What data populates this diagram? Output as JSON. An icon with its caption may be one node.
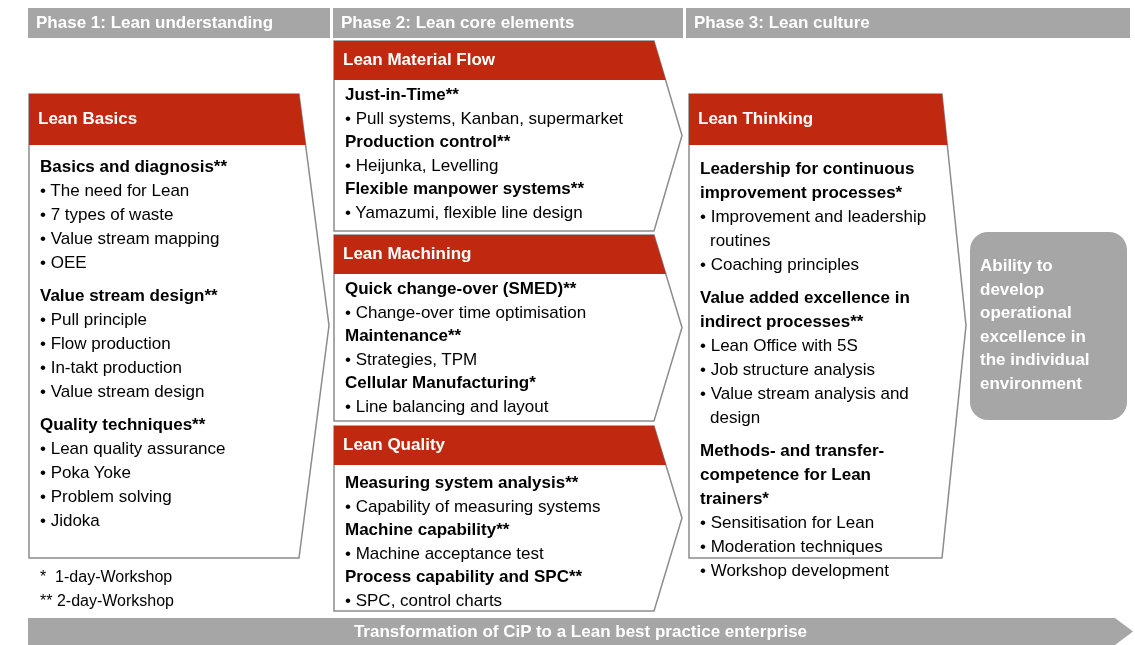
{
  "diagram": {
    "nodes": [
      {
        "text": [
          "Phase 1: Lean understanding"
        ]
      },
      {
        "text": [
          "Phase 2: Lean core elements"
        ]
      },
      {
        "text": [
          "Phase 3: Lean culture"
        ]
      },
      {
        "text": [
          "Lean Basics",
          "Basics and diagnosis**",
          "• The need for Lean",
          "• 7 types of waste",
          "• Value stream mapping",
          "• OEE",
          "Value stream design**",
          "• Pull principle",
          "• Flow production",
          "• In-takt production",
          "• Value stream design",
          "Quality techniques**",
          "• Lean quality assurance",
          "• Poka Yoke",
          "• Problem solving",
          "• Jidoka"
        ]
      },
      {
        "text": [
          "Lean Material Flow",
          "Just-in-Time**",
          "• Pull systems, Kanban, supermarket",
          "Production control**",
          "• Heijunka, Levelling",
          "Flexible manpower systems**",
          "• Yamazumi, flexible line design"
        ]
      },
      {
        "text": [
          "Lean Machining",
          "Quick change-over (SMED)**",
          "• Change-over time optimisation",
          "Maintenance**",
          "• Strategies, TPM",
          "Cellular Manufacturing*",
          "• Line balancing and layout"
        ]
      },
      {
        "text": [
          "Lean Quality",
          "Measuring system analysis**",
          "• Capability of measuring systems",
          "Machine capability**",
          "• Machine acceptance test",
          "Process capability and SPC**",
          "• SPC, control charts"
        ]
      },
      {
        "text": [
          "Lean Thinking",
          "Leadership for continuous improvement processes*",
          "• Improvement and leadership routines",
          "• Coaching principles",
          "Value added excellence in indirect processes**",
          "• Lean Office with 5S",
          "• Job structure analysis",
          "• Value stream analysis and design",
          "Methods- and transfer- competence for Lean trainers*",
          "• Sensitisation for Lean",
          "• Moderation techniques",
          "• Workshop development"
        ]
      },
      {
        "text": [
          "Ability to develop operational excellence in the individual environment"
        ]
      },
      {
        "text": [
          "Transformation of CiP to a Lean best practice enterprise"
        ]
      }
    ],
    "labels": [
      "*  1-day-Workshop",
      "** 2-day-Workshop"
    ]
  }
}
